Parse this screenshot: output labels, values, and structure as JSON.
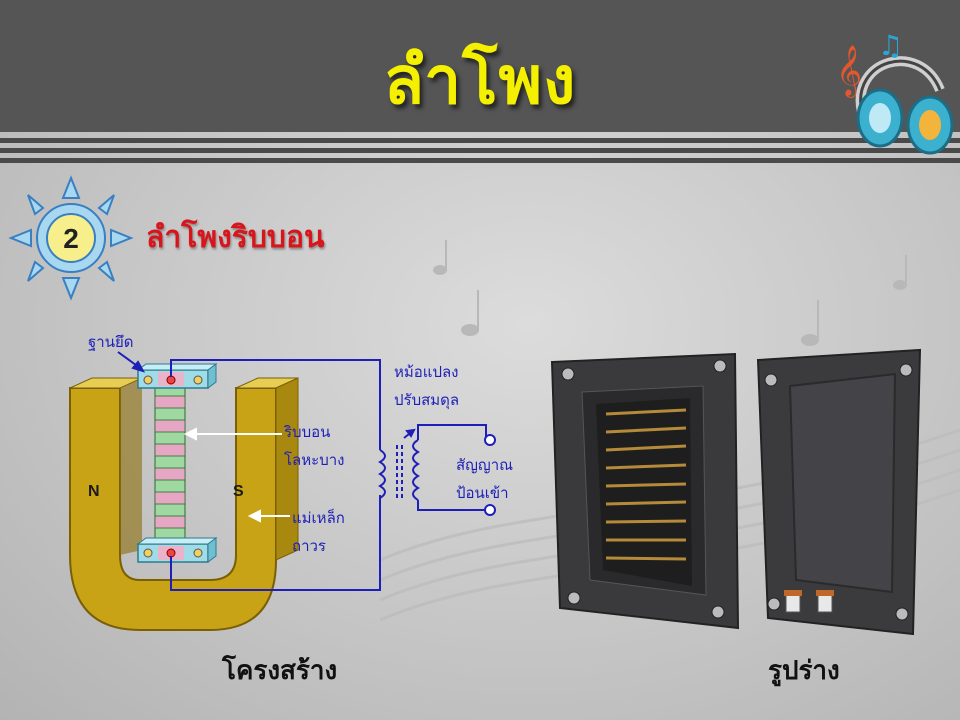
{
  "slide": {
    "title": "ลำโพง",
    "section_number": "2",
    "section_title": "ลำโพงริบบอน"
  },
  "diagram": {
    "labels": {
      "base": "ฐานยึด",
      "ribbon_line1": "ริบบอน",
      "ribbon_line2": "โลหะบาง",
      "magnet_line1": "แม่เหล็ก",
      "magnet_line2": "ถาวร",
      "transformer_line1": "หม้อแปลง",
      "transformer_line2": "ปรับสมดุล",
      "signal_line1": "สัญญาณ",
      "signal_line2": "ป้อนเข้า",
      "north": "N",
      "south": "S"
    }
  },
  "captions": {
    "structure": "โครงสร้าง",
    "appearance": "รูปร่าง"
  },
  "colors": {
    "title": "#f4f000",
    "section_title": "#d8151b",
    "label_blue": "#1d1fb8",
    "header_bg": "#555555",
    "magnet_gold": "#c9a316"
  },
  "icons": [
    "sun-badge-icon",
    "headphones-music-icon"
  ]
}
